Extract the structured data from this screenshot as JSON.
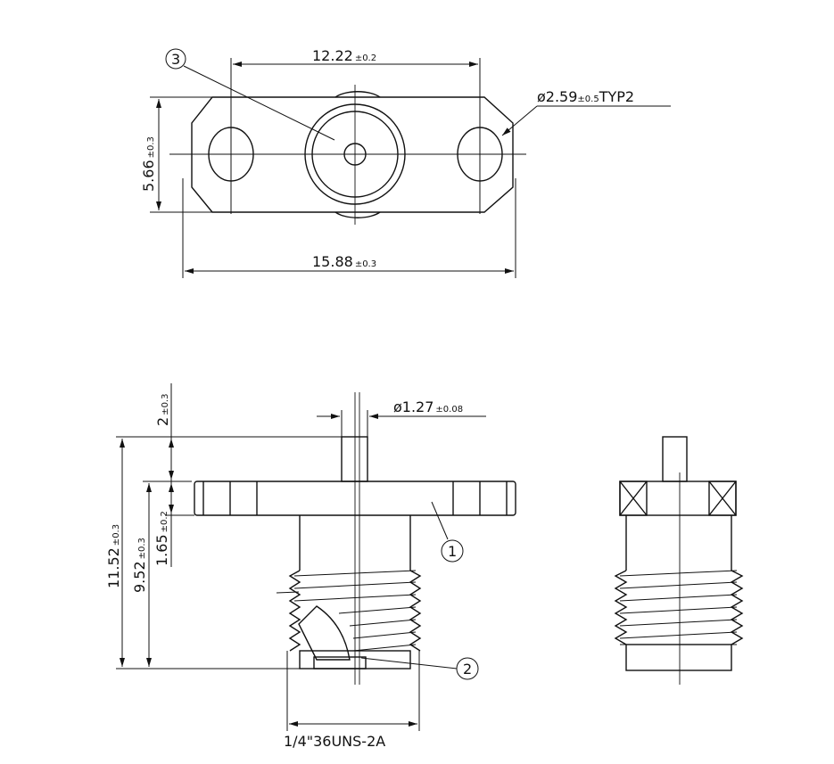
{
  "top_view": {
    "dim_hole_spacing": {
      "value": "12.22",
      "tol": "±0.2"
    },
    "dim_height": {
      "value": "5.66",
      "tol": "±0.3"
    },
    "dim_width": {
      "value": "15.88",
      "tol": "±0.3"
    },
    "dim_hole": {
      "value": "ø2.59",
      "tol": "±0.5",
      "suffix": "TYP2"
    },
    "callout_3": "3"
  },
  "side_view": {
    "dim_pin_length": {
      "value": "2",
      "tol": "±0.3"
    },
    "dim_pin_dia": {
      "value": "ø1.27",
      "tol": "±0.08"
    },
    "dim_total": {
      "value": "11.52",
      "tol": "±0.3"
    },
    "dim_body": {
      "value": "9.52",
      "tol": "±0.3"
    },
    "dim_flange": {
      "value": "1.65",
      "tol": "±0.2"
    },
    "thread_spec": "1/4\"36UNS-2A",
    "callout_1": "1",
    "callout_2": "2"
  }
}
